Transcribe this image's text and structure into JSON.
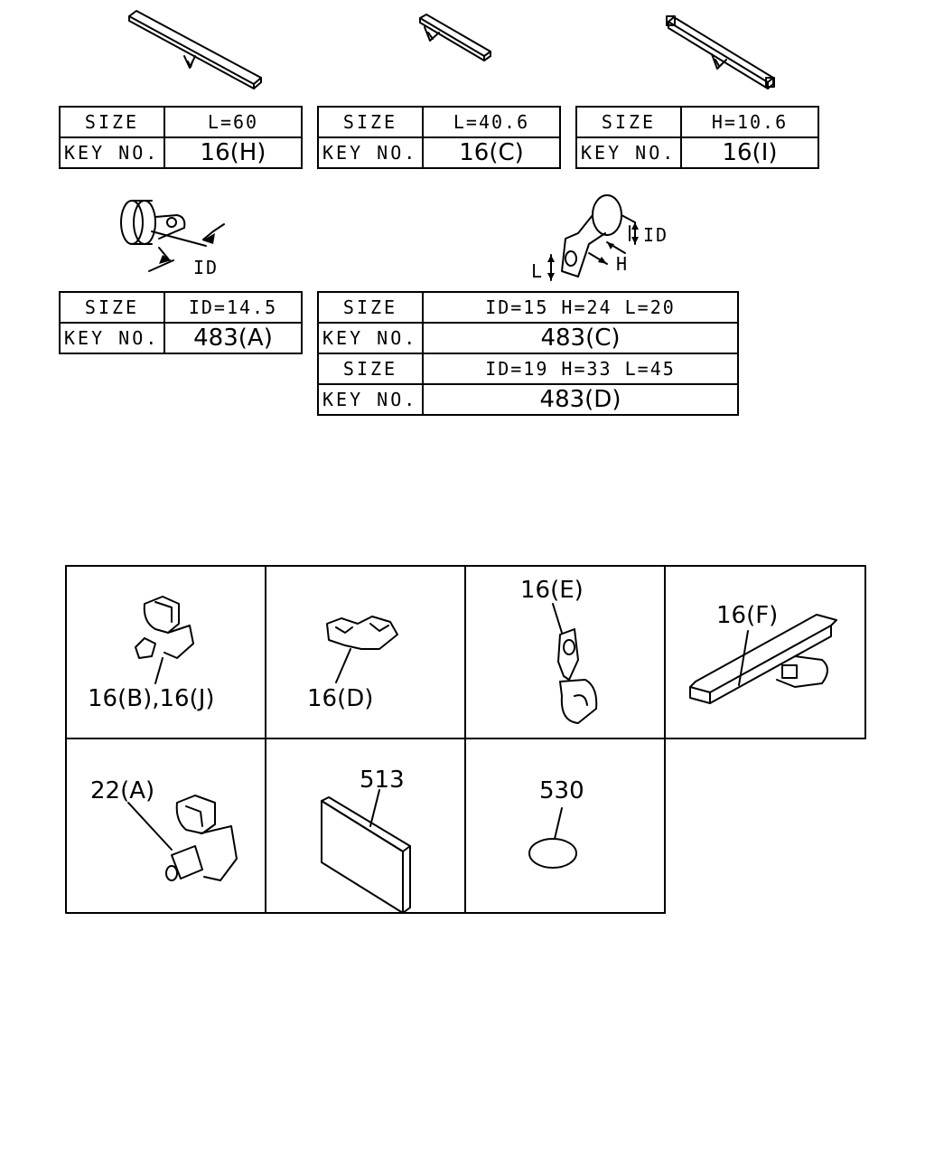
{
  "tables": {
    "t1": {
      "size_label": "SIZE",
      "size_value": "L=60",
      "key_label": "KEY NO.",
      "key_value": "16(H)"
    },
    "t2": {
      "size_label": "SIZE",
      "size_value": "L=40.6",
      "key_label": "KEY NO.",
      "key_value": "16(C)"
    },
    "t3": {
      "size_label": "SIZE",
      "size_value": "H=10.6",
      "key_label": "KEY NO.",
      "key_value": "16(I)"
    },
    "t4": {
      "size_label": "SIZE",
      "size_value": "ID=14.5",
      "key_label": "KEY NO.",
      "key_value": "483(A)"
    },
    "t5": {
      "size_label": "SIZE",
      "key_label": "KEY NO.",
      "row1_size": "ID=15 H=24 L=20",
      "row1_key": "483(C)",
      "row2_size": "ID=19 H=33 L=45",
      "row2_key": "483(D)"
    }
  },
  "dimensions": {
    "id_left": "ID",
    "id_right": "ID",
    "h": "H",
    "l": "L"
  },
  "parts": {
    "p1": "16(B),16(J)",
    "p2": "16(D)",
    "p3": "16(E)",
    "p4": "16(F)",
    "p5": "22(A)",
    "p6": "513",
    "p7": "530"
  }
}
